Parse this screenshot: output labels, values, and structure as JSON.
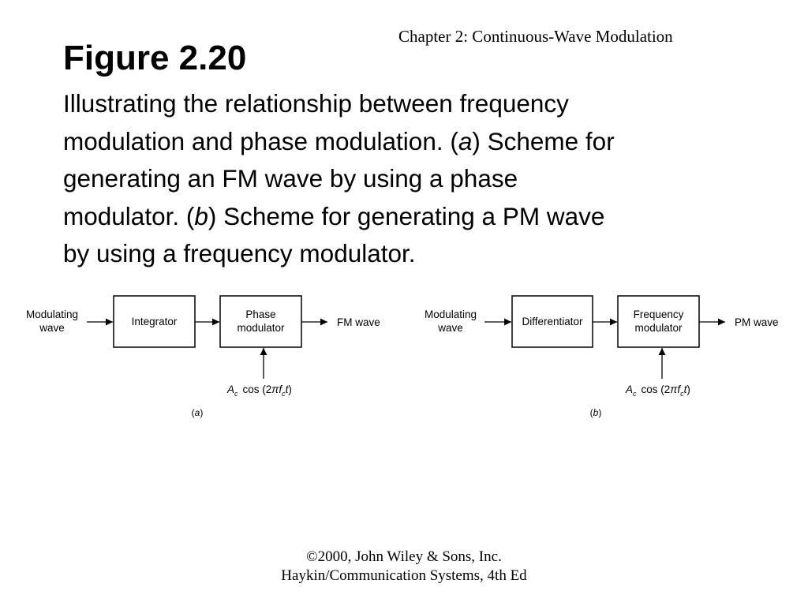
{
  "header": {
    "chapter": "Chapter 2: Continuous-Wave Modulation"
  },
  "figure": {
    "title": "Figure 2.20",
    "caption": {
      "l1": "Illustrating the relationship between frequency",
      "l2a": "modulation and phase modulation. (",
      "l2b": "a",
      "l2c": ") Scheme for",
      "l3": "generating an FM wave by using a phase",
      "l4a": "modulator. (",
      "l4b": "b",
      "l4c": ") Scheme for generating a PM wave",
      "l5": "by using a frequency modulator."
    }
  },
  "diagram_a": {
    "input": [
      "Modulating",
      "wave"
    ],
    "block1": "Integrator",
    "block2": [
      "Phase",
      "modulator"
    ],
    "output": "FM wave",
    "carrier": {
      "A": "A",
      "A_sub": "c",
      "cos": "cos (2",
      "pi": "π",
      "f": "f",
      "f_sub": "c",
      "t": "t",
      ")": ")"
    },
    "label": {
      "open": "(",
      "letter": "a",
      "close": ")"
    }
  },
  "diagram_b": {
    "input": [
      "Modulating",
      "wave"
    ],
    "block1": "Differentiator",
    "block2": [
      "Frequency",
      "modulator"
    ],
    "output": "PM wave",
    "carrier": {
      "A": "A",
      "A_sub": "c",
      "cos": "cos (2",
      "pi": "π",
      "f": "f",
      "f_sub": "c",
      "t": "t",
      ")": ")"
    },
    "label": {
      "open": "(",
      "letter": "b",
      "close": ")"
    }
  },
  "footer": {
    "copyright": "©2000, John Wiley & Sons, Inc.",
    "book": "Haykin/Communication Systems, 4th Ed"
  }
}
